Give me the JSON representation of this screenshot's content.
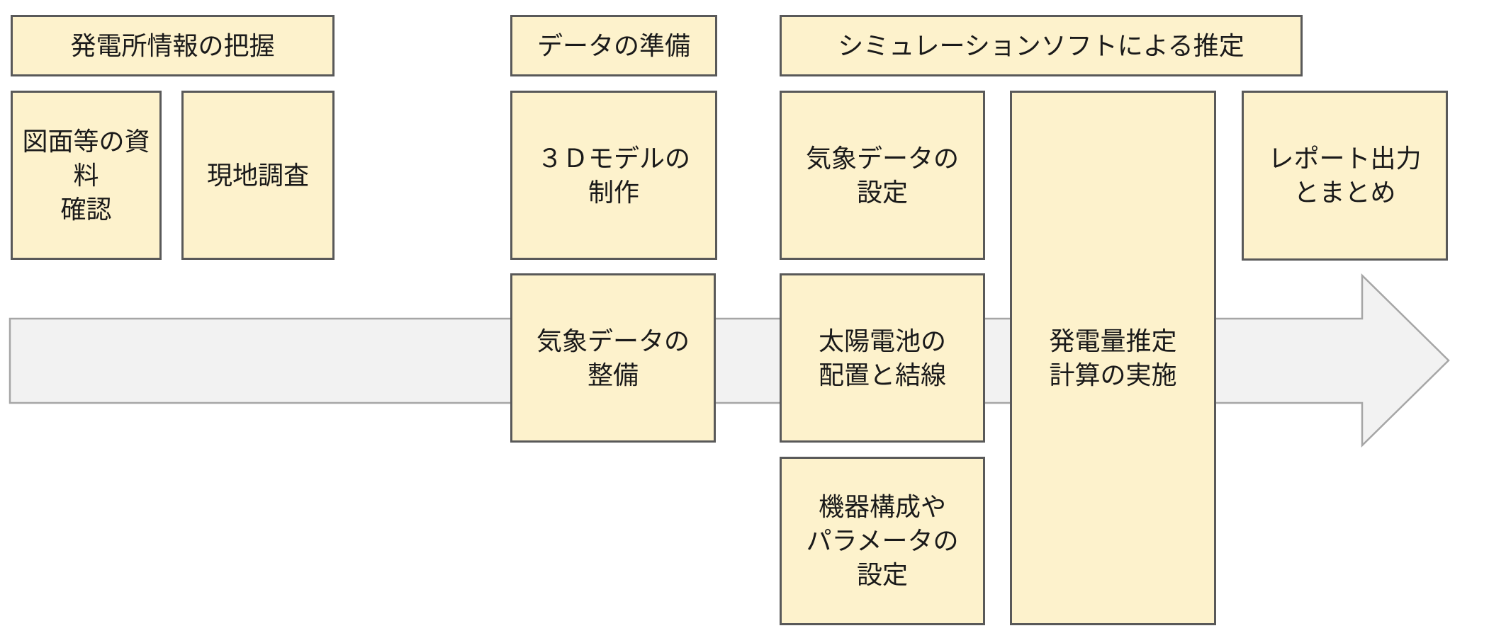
{
  "diagram": {
    "phase_headers": {
      "plant_info": {
        "label": "発電所情報の把握"
      },
      "data_prep": {
        "label": "データの準備"
      },
      "simulation": {
        "label": "シミュレーションソフトによる推定"
      }
    },
    "steps": {
      "document_check": {
        "label": "図面等の資料\n確認"
      },
      "site_survey": {
        "label": "現地調査"
      },
      "model_3d": {
        "label": "３Ｄモデルの\n制作"
      },
      "weather_data_setting": {
        "label": "気象データの\n設定"
      },
      "weather_data_prep": {
        "label": "気象データの\n整備"
      },
      "pv_layout_wiring": {
        "label": "太陽電池の\n配置と結線"
      },
      "equipment_params": {
        "label": "機器構成や\nパラメータの\n設定"
      },
      "estimation_run": {
        "label": "発電量推定\n計算の実施"
      },
      "report_output": {
        "label": "レポート出力\nとまとめ"
      }
    },
    "arrow": {
      "direction": "right",
      "description": "process-flow-arrow"
    },
    "colors": {
      "box_fill": "#FDF2CC",
      "box_border": "#595959",
      "arrow_fill": "#F2F2F2",
      "arrow_border": "#A6A6A6",
      "text": "#1A1A1A",
      "background": "#FFFFFF"
    }
  }
}
